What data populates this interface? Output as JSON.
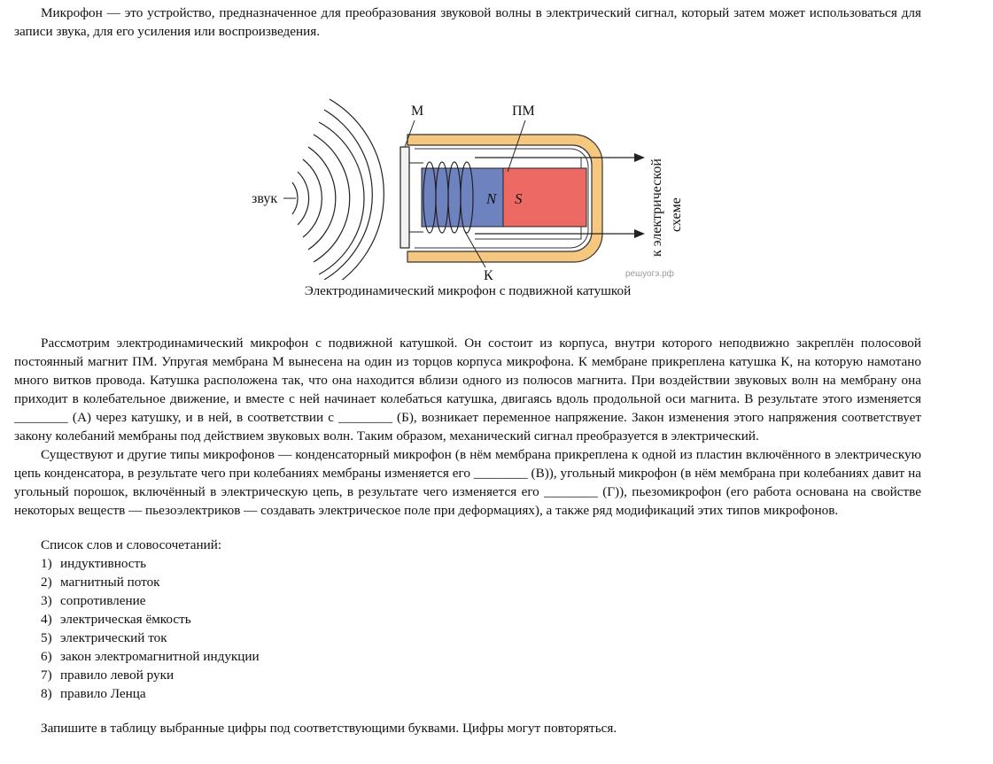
{
  "intro": "Микрофон — это устройство, предназначенное для преобразования звуковой волны в электрический сигнал, который затем может использоваться для записи звука, для его усиления или воспроизведения.",
  "figure": {
    "label_sound": "звук",
    "label_membrane": "М",
    "label_magnet": "ПМ",
    "label_coil": "К",
    "label_pole_n": "N",
    "label_pole_s": "S",
    "label_circuit_line1": "к электрической",
    "label_circuit_line2": "схеме",
    "watermark": "решуогэ.рф",
    "colors": {
      "housing": "#f6c77e",
      "north_pole": "#6f82c0",
      "south_pole": "#ec6a63"
    }
  },
  "caption": "Электродинамический микрофон с подвижной катушкой",
  "paragraph1": "Рассмотрим электродинамический микрофон с подвижной катушкой. Он состоит из корпуса, внутри которого неподвижно закреплён полосовой постоянный магнит ПМ. Упругая мембрана М вынесена на один из торцов корпуса микрофона. К мембране прикреплена катушка К, на которую намотано много витков провода. Катушка расположена так, что она находится вблизи одного из полюсов магнита. При воздействии звуковых волн на мембрану она приходит в колебательное движение, и вместе с ней начинает колебаться катушка, двигаясь вдоль продольной оси магнита. В результате этого изменяется ________ (А) через катушку, и в ней, в соответствии с ________ (Б), возникает переменное напряжение. Закон изменения этого напряжения соответствует закону колебаний мембраны под действием звуковых волн. Таким образом, механический сигнал преобразуется в электрический.",
  "paragraph2": "Существуют и другие типы микрофонов — конденсаторный микрофон (в нём мембрана прикреплена к одной из пластин включённого в электрическую цепь конденсатора, в результате чего при колебаниях мембраны изменяется его ________ (В)), угольный микрофон (в нём мембрана при колебаниях давит на угольный порошок, включённый в электрическую цепь, в результате чего изменяется его ________ (Г)), пьезомикрофон (его работа основана на свойстве некоторых веществ — пьезоэлектриков — создавать электрическое поле при деформациях), а также ряд модификаций этих типов микрофонов.",
  "list_title": "Список слов и словосочетаний:",
  "options": [
    {
      "num": "1)",
      "text": "индуктивность"
    },
    {
      "num": "2)",
      "text": "магнитный поток"
    },
    {
      "num": "3)",
      "text": "сопротивление"
    },
    {
      "num": "4)",
      "text": "электрическая ёмкость"
    },
    {
      "num": "5)",
      "text": "электрический ток"
    },
    {
      "num": "6)",
      "text": "закон электромагнитной индукции"
    },
    {
      "num": "7)",
      "text": "правило левой руки"
    },
    {
      "num": "8)",
      "text": "правило Ленца"
    }
  ],
  "task": "Запишите в таблицу выбранные цифры под соответствующими буквами. Цифры могут повторяться."
}
